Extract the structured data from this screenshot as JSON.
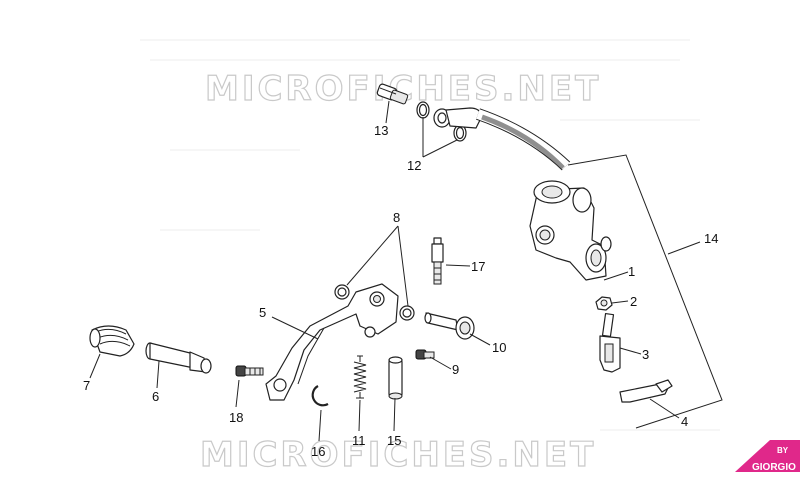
{
  "watermark": {
    "top_text": "MICROFICHES.NET",
    "bottom_text": "MICROFICHES.NET",
    "badge_line1": "BY",
    "badge_line2": "GIORGIO",
    "badge_color": "#e0288a"
  },
  "callouts": [
    {
      "id": "1",
      "text": "1"
    },
    {
      "id": "2",
      "text": "2"
    },
    {
      "id": "3",
      "text": "3"
    },
    {
      "id": "4",
      "text": "4"
    },
    {
      "id": "5",
      "text": "5"
    },
    {
      "id": "6",
      "text": "6"
    },
    {
      "id": "7",
      "text": "7"
    },
    {
      "id": "8",
      "text": "8"
    },
    {
      "id": "9",
      "text": "9"
    },
    {
      "id": "10",
      "text": "10"
    },
    {
      "id": "11",
      "text": "11"
    },
    {
      "id": "12",
      "text": "12"
    },
    {
      "id": "13",
      "text": "13"
    },
    {
      "id": "14",
      "text": "14"
    },
    {
      "id": "15",
      "text": "15"
    },
    {
      "id": "16",
      "text": "16"
    },
    {
      "id": "17",
      "text": "17"
    },
    {
      "id": "18",
      "text": "18"
    }
  ]
}
